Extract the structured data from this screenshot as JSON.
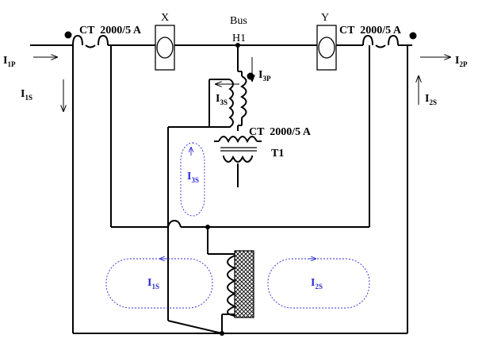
{
  "diagram": {
    "ct_left": {
      "label": "CT  2000/5 A"
    },
    "ct_right": {
      "label": "CT  2000/5 A"
    },
    "ct_center": {
      "label": "CT  2000/5 A"
    },
    "breaker_x": {
      "label": "X"
    },
    "breaker_y": {
      "label": "Y"
    },
    "bus": {
      "label": "Bus",
      "node": "H1"
    },
    "transformer": {
      "label": "T1"
    },
    "currents": {
      "i1p": {
        "main": "I",
        "sub": "1P"
      },
      "i2p": {
        "main": "I",
        "sub": "2P"
      },
      "i1s": {
        "main": "I",
        "sub": "1S"
      },
      "i2s": {
        "main": "I",
        "sub": "2S"
      },
      "i3p": {
        "main": "I",
        "sub": "3P"
      },
      "i3s": {
        "main": "I",
        "sub": "3S"
      },
      "loop_i3s": {
        "main": "I",
        "sub": "3S"
      },
      "loop_i1s": {
        "main": "I",
        "sub": "1S"
      },
      "loop_i2s": {
        "main": "I",
        "sub": "2S"
      }
    },
    "colors": {
      "wire": "#000000",
      "loop": "#2b2bd6",
      "background": "#ffffff"
    }
  }
}
